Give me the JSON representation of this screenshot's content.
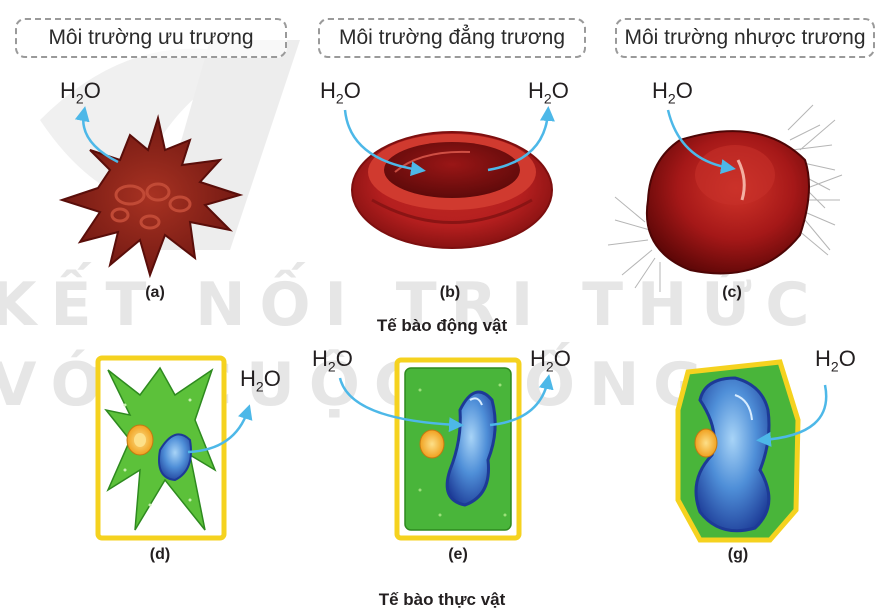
{
  "watermark": {
    "line1": "KẾT NỐI TRI THỨC",
    "line2": "VỚI CUỘC SỐNG"
  },
  "environments": {
    "hypertonic": "Môi trường ưu trương",
    "isotonic": "Môi trường đẳng trương",
    "hypotonic": "Môi trường nhược trương"
  },
  "molecule": {
    "base": "H",
    "subscript": "2",
    "suffix": "O"
  },
  "panels": {
    "a": "(a)",
    "b": "(b)",
    "c": "(c)",
    "d": "(d)",
    "e": "(e)",
    "g": "(g)"
  },
  "sections": {
    "animal": "Tế bào động vật",
    "plant": "Tế bào thực vật"
  },
  "colors": {
    "arrow": "#4db8e8",
    "rbc_dark": "#7a1010",
    "rbc": "#b52020",
    "plant_wall": "#f5d21f",
    "cytoplasm": "#5cc13a",
    "vacuole": "#2f62c4",
    "nucleus": "#f2a61d"
  }
}
